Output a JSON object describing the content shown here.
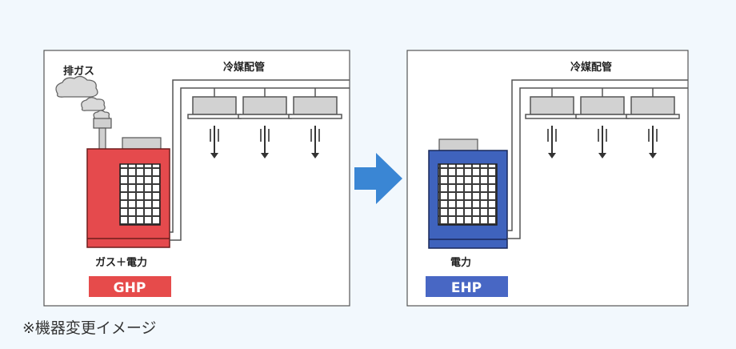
{
  "before": {
    "exhaust_label": "排ガス",
    "refrigerant_label": "冷媒配管",
    "source_label": "ガス＋電力",
    "badge_label": "GHP",
    "unit_color": "#e54a4d",
    "badge_color": "#e64b4b"
  },
  "after": {
    "refrigerant_label": "冷媒配管",
    "source_label": "電力",
    "badge_label": "EHP",
    "unit_color": "#3f63bd",
    "badge_color": "#4867c4"
  },
  "arrow_color": "#3a86d4",
  "footnote": "※機器変更イメージ"
}
